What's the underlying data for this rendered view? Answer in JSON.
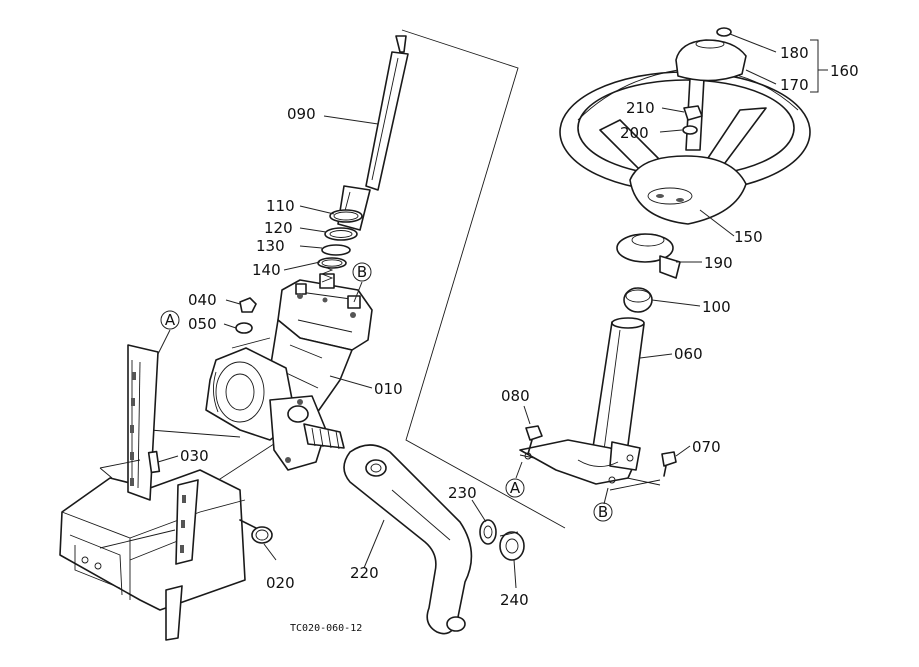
{
  "diagram": {
    "caption": "TC020-060-12",
    "callouts": {
      "c090": "090",
      "c110": "110",
      "c120": "120",
      "c130": "130",
      "c140": "140",
      "c040": "040",
      "c050": "050",
      "c010": "010",
      "c030": "030",
      "c020": "020",
      "c220": "220",
      "c230": "230",
      "c240": "240",
      "c080": "080",
      "c070": "070",
      "c060": "060",
      "c100": "100",
      "c190": "190",
      "c150": "150",
      "c200": "200",
      "c210": "210",
      "c180": "180",
      "c170": "170",
      "c160": "160"
    },
    "reference_markers": {
      "a_top": "A",
      "a_bottom": "A",
      "b_top": "B",
      "b_bottom": "B"
    }
  }
}
